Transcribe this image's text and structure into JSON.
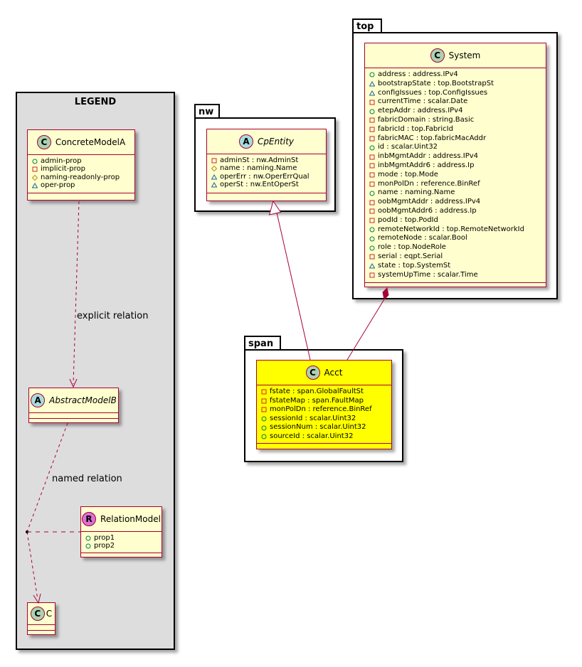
{
  "legend": {
    "title": "LEGEND",
    "concrete": {
      "name": "ConcreteModelA",
      "attributes": [
        {
          "vis": "public",
          "text": "admin-prop"
        },
        {
          "vis": "private",
          "text": "implicit-prop"
        },
        {
          "vis": "protected",
          "text": "naming-readonly-prop"
        },
        {
          "vis": "package",
          "text": "oper-prop"
        }
      ]
    },
    "abstract": {
      "name": "AbstractModelB"
    },
    "relation": {
      "name": "RelationModel",
      "attributes": [
        {
          "vis": "public",
          "text": "prop1"
        },
        {
          "vis": "public",
          "text": "prop2"
        }
      ]
    },
    "c": {
      "name": "C"
    },
    "explicit_label": "explicit relation",
    "named_label": "named relation"
  },
  "packages": {
    "nw": {
      "label": "nw",
      "class": {
        "name": "CpEntity",
        "attributes": [
          {
            "vis": "private",
            "text": "adminSt : nw.AdminSt"
          },
          {
            "vis": "protected",
            "text": "name : naming.Name"
          },
          {
            "vis": "package",
            "text": "operErr : nw.OperErrQual"
          },
          {
            "vis": "package",
            "text": "operSt : nw.EntOperSt"
          }
        ]
      }
    },
    "top": {
      "label": "top",
      "class": {
        "name": "System",
        "attributes": [
          {
            "vis": "public",
            "text": "address : address.IPv4"
          },
          {
            "vis": "package",
            "text": "bootstrapState : top.BootstrapSt"
          },
          {
            "vis": "package",
            "text": "configIssues : top.ConfigIssues"
          },
          {
            "vis": "private",
            "text": "currentTime : scalar.Date"
          },
          {
            "vis": "public",
            "text": "etepAddr : address.IPv4"
          },
          {
            "vis": "private",
            "text": "fabricDomain : string.Basic"
          },
          {
            "vis": "private",
            "text": "fabricId : top.FabricId"
          },
          {
            "vis": "private",
            "text": "fabricMAC : top.fabricMacAddr"
          },
          {
            "vis": "public",
            "text": "id : scalar.Uint32"
          },
          {
            "vis": "private",
            "text": "inbMgmtAddr : address.IPv4"
          },
          {
            "vis": "private",
            "text": "inbMgmtAddr6 : address.Ip"
          },
          {
            "vis": "private",
            "text": "mode : top.Mode"
          },
          {
            "vis": "private",
            "text": "monPolDn : reference.BinRef"
          },
          {
            "vis": "public",
            "text": "name : naming.Name"
          },
          {
            "vis": "private",
            "text": "oobMgmtAddr : address.IPv4"
          },
          {
            "vis": "private",
            "text": "oobMgmtAddr6 : address.Ip"
          },
          {
            "vis": "private",
            "text": "podId : top.PodId"
          },
          {
            "vis": "public",
            "text": "remoteNetworkId : top.RemoteNetworkId"
          },
          {
            "vis": "public",
            "text": "remoteNode : scalar.Bool"
          },
          {
            "vis": "public",
            "text": "role : top.NodeRole"
          },
          {
            "vis": "private",
            "text": "serial : eqpt.Serial"
          },
          {
            "vis": "package",
            "text": "state : top.SystemSt"
          },
          {
            "vis": "private",
            "text": "systemUpTime : scalar.Time"
          }
        ]
      }
    },
    "span": {
      "label": "span",
      "class": {
        "name": "Acct",
        "attributes": [
          {
            "vis": "private",
            "text": "fstate : span.GlobalFaultSt"
          },
          {
            "vis": "private",
            "text": "fstateMap : span.FaultMap"
          },
          {
            "vis": "private",
            "text": "monPolDn : reference.BinRef"
          },
          {
            "vis": "public",
            "text": "sessionId : scalar.Uint32"
          },
          {
            "vis": "public",
            "text": "sessionNum : scalar.Uint32"
          },
          {
            "vis": "public",
            "text": "sourceId : scalar.Uint32"
          }
        ]
      }
    }
  },
  "colors": {
    "class_fill": "#fefece",
    "class_border": "#a80036",
    "highlight_fill": "#ffff00",
    "legend_fill": "#dddddd",
    "concrete_badge": "#add1b2",
    "abstract_badge": "#a9dcdf",
    "relation_badge": "#da70d6"
  }
}
